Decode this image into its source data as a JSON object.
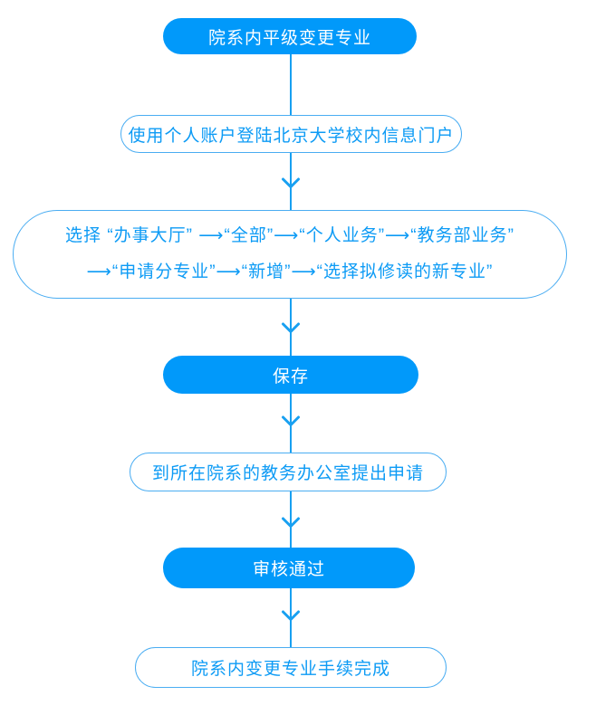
{
  "colors": {
    "node_fill_blue": "#0199fa",
    "node_outline_blue": "#4aadf2",
    "node_text_blue": "#0d9bf5",
    "node_text_white": "#ffffff",
    "connector_blue": "#18a0f1"
  },
  "flowchart": {
    "nodes": [
      {
        "id": "start",
        "type": "filled",
        "label": "院系内平级变更专业"
      },
      {
        "id": "login-portal",
        "type": "outline",
        "label": "使用个人账户登陆北京大学校内信息门户"
      },
      {
        "id": "menu-path",
        "type": "outline-wide",
        "line1": "选择 “办事大厅” ⟶“全部”⟶“个人业务”⟶“教务部业务”",
        "line2": "⟶“申请分专业”⟶“新增”⟶“选择拟修读的新专业”"
      },
      {
        "id": "save",
        "type": "filled",
        "label": "保存"
      },
      {
        "id": "submit-application",
        "type": "outline",
        "label": "到所在院系的教务办公室提出申请"
      },
      {
        "id": "review-approved",
        "type": "filled",
        "label": "审核通过"
      },
      {
        "id": "complete",
        "type": "outline",
        "label": "院系内变更专业手续完成"
      }
    ],
    "connectors": [
      {
        "from": "start",
        "to": "login-portal",
        "arrowhead": false
      },
      {
        "from": "login-portal",
        "to": "menu-path",
        "arrowhead": true
      },
      {
        "from": "menu-path",
        "to": "save",
        "arrowhead": true
      },
      {
        "from": "save",
        "to": "submit-application",
        "arrowhead": true
      },
      {
        "from": "submit-application",
        "to": "review-approved",
        "arrowhead": true
      },
      {
        "from": "review-approved",
        "to": "complete",
        "arrowhead": true
      }
    ]
  }
}
